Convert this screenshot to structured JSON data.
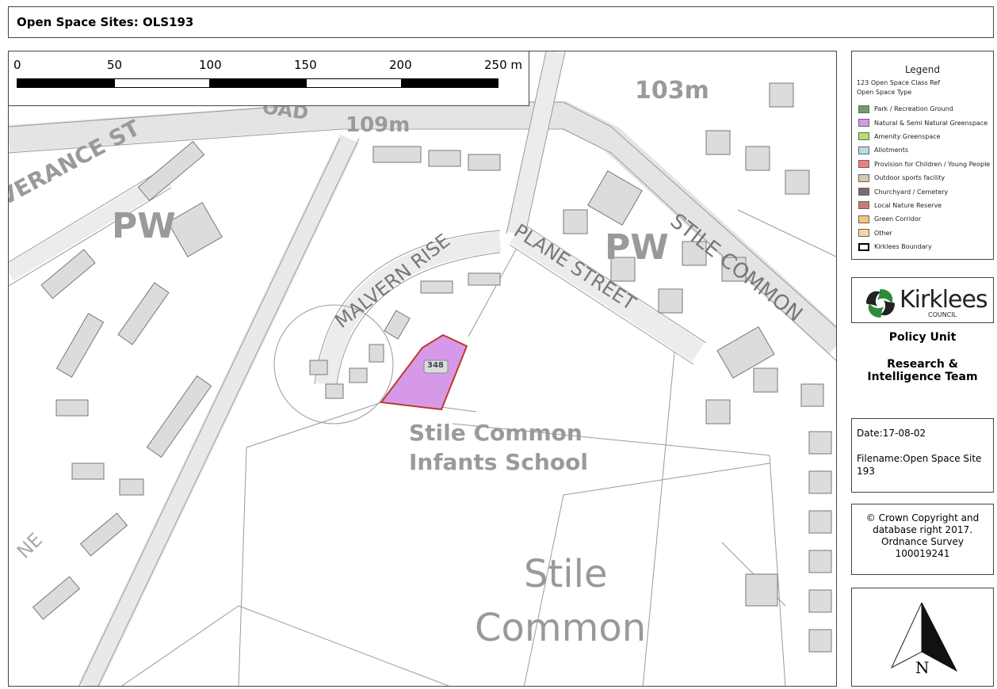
{
  "title": "Open Space Sites: OLS193",
  "scale": {
    "ticks": [
      "0",
      "50",
      "100",
      "150",
      "200",
      "250 m"
    ]
  },
  "map_labels": {
    "contour_109": "109m",
    "contour_103": "103m",
    "severance": "VERANCE ST",
    "road": "OAD",
    "pw_left": "PW",
    "pw_right": "PW",
    "malvern": "MALVERN RISE",
    "plane": "PLANE STREET",
    "stile_common_road": "STILE COMMON",
    "school_line1": "Stile Common",
    "school_line2": "Infants School",
    "common_line1": "Stile",
    "common_line2": "Common",
    "ne": "NE",
    "site_ref": "348"
  },
  "legend": {
    "title": "Legend",
    "class_ref": "123  Open Space Class Ref",
    "type_heading": "Open Space Type",
    "items": [
      {
        "label": "Park / Recreation Ground",
        "color": "#6f9a72"
      },
      {
        "label": "Natural & Semi Natural Greenspace",
        "color": "#d699e8"
      },
      {
        "label": "Amenity Greenspace",
        "color": "#b7e06a"
      },
      {
        "label": "Allotments",
        "color": "#b3dfe8"
      },
      {
        "label": "Provision for Children / Young People",
        "color": "#f17f7f"
      },
      {
        "label": "Outdoor sports facility",
        "color": "#d6c6b3"
      },
      {
        "label": "Churchyard / Cemetery",
        "color": "#7b6b6b"
      },
      {
        "label": "Local Nature Reserve",
        "color": "#c97a7a"
      },
      {
        "label": "Green Corridor",
        "color": "#f6c27a"
      },
      {
        "label": "Other",
        "color": "#f7d3a0"
      },
      {
        "label": "Kirklees Boundary",
        "color": "#ffffff"
      }
    ]
  },
  "logo": {
    "name": "Kirklees",
    "sub": "COUNCIL"
  },
  "policy": {
    "unit": "Policy Unit",
    "team_line1": "Research &",
    "team_line2": "Intelligence Team"
  },
  "meta": {
    "date": "Date:17-08-02",
    "filename": "Filename:Open Space Site 193"
  },
  "copyright": {
    "line1": "© Crown Copyright and",
    "line2": "database right 2017.",
    "line3": "Ordnance Survey",
    "line4": "100019241"
  },
  "north": {
    "letter": "N"
  },
  "colors": {
    "site_fill": "#d699e8",
    "site_stroke": "#c0392b",
    "building": "#dcdcdc",
    "road": "#e6e6e6"
  }
}
